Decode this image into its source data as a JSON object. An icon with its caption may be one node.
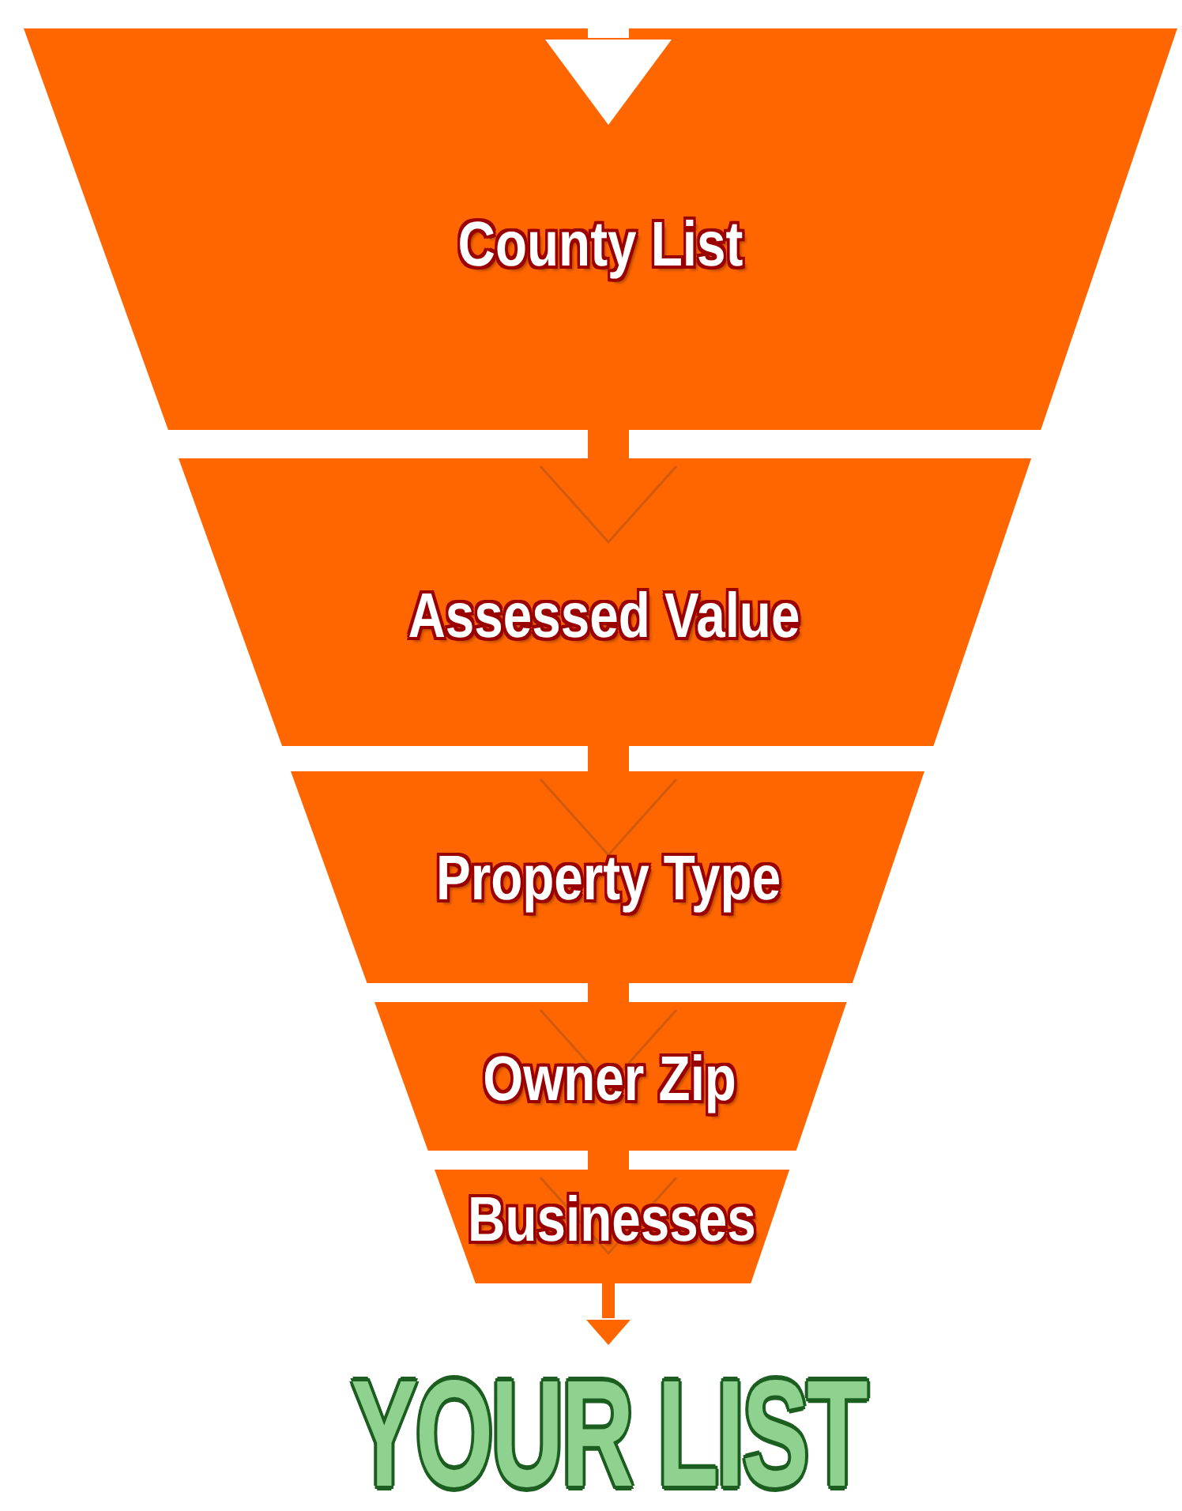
{
  "diagram": {
    "nodes": [
      {
        "text": [
          "County List"
        ]
      },
      {
        "text": [
          "Assessed Value"
        ]
      },
      {
        "text": [
          "Property Type"
        ]
      },
      {
        "text": [
          "Owner Zip"
        ]
      },
      {
        "text": [
          "Businesses"
        ]
      },
      {
        "text": [
          "YOUR LIST"
        ]
      }
    ],
    "edges": [
      {
        "from": null,
        "to": 0,
        "arrow": "to",
        "color": "#ffffff"
      },
      {
        "from": 0,
        "to": 1,
        "arrow": "to"
      },
      {
        "from": 1,
        "to": 2,
        "arrow": "to"
      },
      {
        "from": 2,
        "to": 3,
        "arrow": "to"
      },
      {
        "from": 3,
        "to": 4,
        "arrow": "to"
      },
      {
        "from": 4,
        "to": 5,
        "arrow": "to"
      }
    ]
  }
}
